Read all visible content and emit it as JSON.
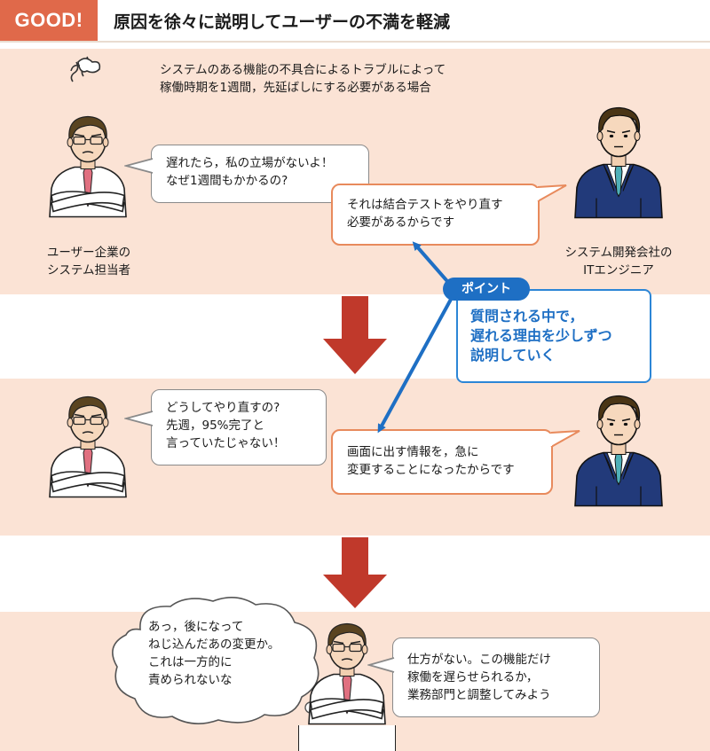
{
  "header": {
    "badge": "GOOD!",
    "title": "原因を徐々に説明してユーザーの不満を軽減"
  },
  "scene1": {
    "situation": "システムのある機能の不具合によるトラブルによって\n稼働時期を1週間，先延ばしにする必要がある場合",
    "user_bubble": "遅れたら，私の立場がないよ！\nなぜ1週間もかかるの?",
    "engineer_bubble": "それは結合テストをやり直す\n必要があるからです",
    "user_label": "ユーザー企業の\nシステム担当者",
    "engineer_label": "システム開発会社の\nITエンジニア"
  },
  "point": {
    "badge": "ポイント",
    "text": "質問される中で，\n遅れる理由を少しずつ\n説明していく"
  },
  "scene2": {
    "user_bubble": "どうしてやり直すの?\n先週，95%完了と\n言っていたじゃない！",
    "engineer_bubble": "画面に出す情報を，急に\n変更することになったからです"
  },
  "scene3": {
    "thought_bubble": "あっ，後になって\nねじ込んだあの変更か。\nこれは一方的に\n責められないな",
    "user_bubble": "仕方がない。この機能だけ\n稼働を遅らせられるか，\n業務部門と調整してみよう"
  },
  "colors": {
    "badge": "#e0694a",
    "panel": "#fbe3d5",
    "arrow": "#c0392b",
    "point": "#1e6fc4",
    "suit": "#223a7a",
    "tie": "#e07080"
  }
}
